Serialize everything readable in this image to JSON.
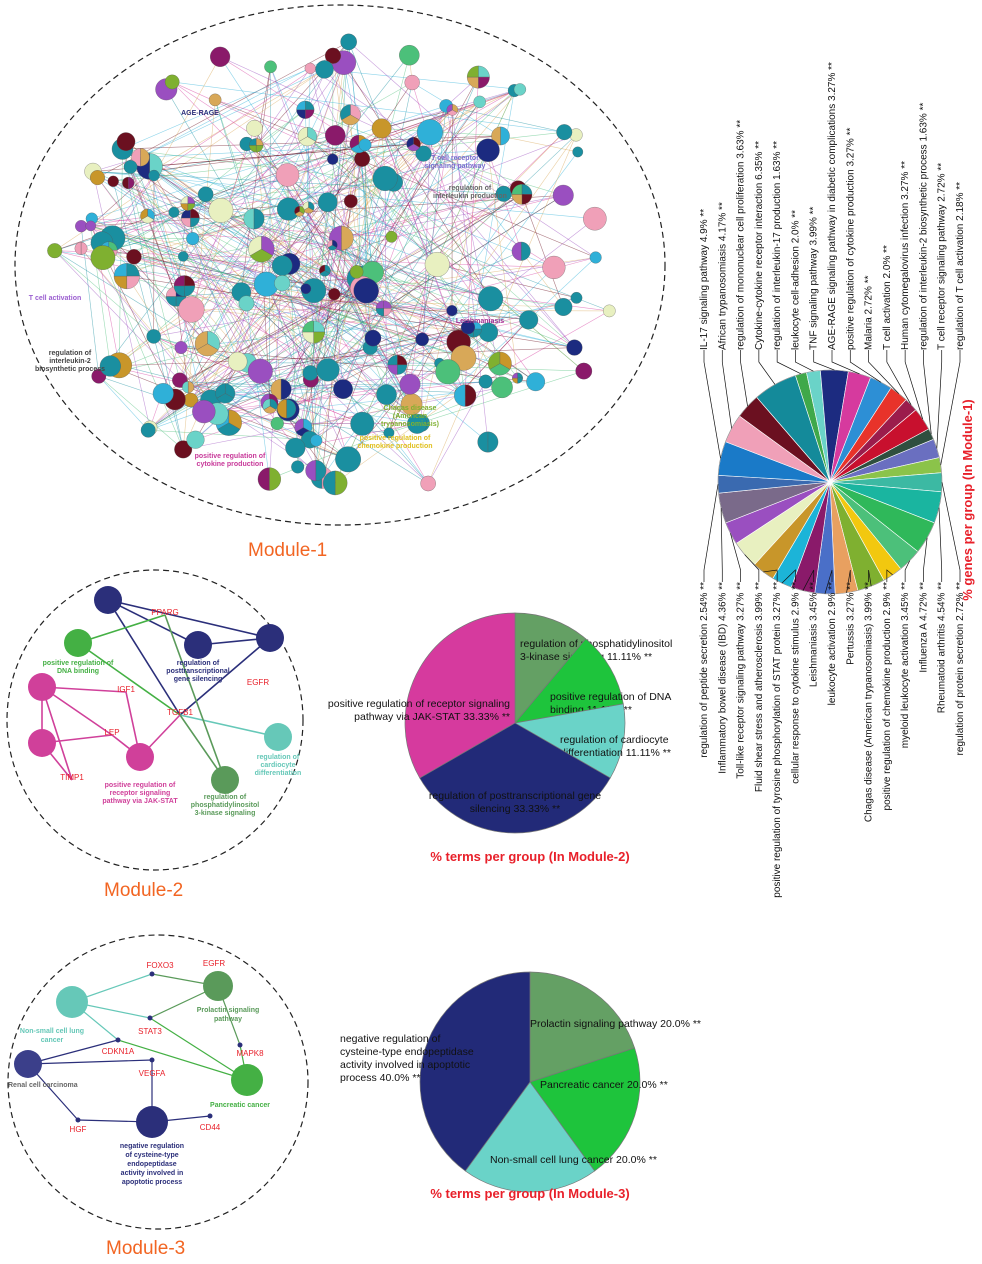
{
  "modules": {
    "m1": "Module-1",
    "m2": "Module-2",
    "m3": "Module-3"
  },
  "module1_network": {
    "highlight_labels": [
      {
        "text": "AGE-RAGE",
        "color": "#2b2f7a"
      },
      {
        "text": "T cell receptor signaling pathway",
        "color": "#7b6ccf"
      },
      {
        "text": "regulation of interleukin-2 biosynthetic process",
        "color": "#444444"
      },
      {
        "text": "T cell activation",
        "color": "#9b5fd0"
      },
      {
        "text": "Leishmaniasis",
        "color": "#a03090"
      },
      {
        "text": "regulation of interleukin production",
        "color": "#666666"
      },
      {
        "text": "Chagas disease (American trypanosomiasis)",
        "color": "#7fb030"
      },
      {
        "text": "positive regulation of cytokine production",
        "color": "#c83a9a"
      },
      {
        "text": "positive regulation of chemokine production",
        "color": "#e0c020"
      }
    ]
  },
  "module2_network": {
    "nodes": [
      {
        "label": "positive regulation of DNA binding",
        "color": "#44b044"
      },
      {
        "label": "regulation of posttranscriptional gene silencing",
        "color": "#2b2f7a"
      },
      {
        "label": "regulation of cardiocyte differentiation",
        "color": "#66c8b8"
      },
      {
        "label": "positive regulation of receptor signaling pathway via JAK-STAT",
        "color": "#d0409a"
      },
      {
        "label": "regulation of phosphatidylinositol 3-kinase signaling",
        "color": "#5a9a5a"
      }
    ],
    "genes": [
      "PPARG",
      "IGF1",
      "TGFB1",
      "EGFR",
      "LEP",
      "TIMP1"
    ]
  },
  "module3_network": {
    "nodes": [
      {
        "label": "Non-small cell lung cancer",
        "color": "#66c8b8"
      },
      {
        "label": "Prolactin signaling pathway",
        "color": "#5a9a5a"
      },
      {
        "label": "Pancreatic cancer",
        "color": "#44b044"
      },
      {
        "label": "negative regulation of cysteine-type endopeptidase activity involved in apoptotic process",
        "color": "#2b2f7a"
      }
    ],
    "small_labels": [
      "Renal cell carcinoma"
    ],
    "genes": [
      "FOXO3",
      "EGFR",
      "STAT3",
      "CDKN1A",
      "MAPK8",
      "VEGFA",
      "HGF",
      "CD44"
    ]
  },
  "chart_data": [
    {
      "type": "pie",
      "title": "% genes per group (In Module-1)",
      "slices": [
        {
          "label": "regulation of interleukin-17 production 1.63% **",
          "value": 1.63,
          "color": "#3fa84a"
        },
        {
          "label": "leukocyte cell-adhesion 2.0% **",
          "value": 2.0,
          "color": "#6ad3c8"
        },
        {
          "label": "TNF signaling pathway 3.99% **",
          "value": 3.99,
          "color": "#1c2b80"
        },
        {
          "label": "AGE-RAGE signaling pathway in diabetic complications 3.27% **",
          "value": 3.27,
          "color": "#d63a9e"
        },
        {
          "label": "positive regulation of cytokine production 3.27% **",
          "value": 3.27,
          "color": "#2d8fd5"
        },
        {
          "label": "Malaria 2.72% **",
          "value": 2.72,
          "color": "#e8332a"
        },
        {
          "label": "T cell activation 2.0% **",
          "value": 2.0,
          "color": "#9b1c4c"
        },
        {
          "label": "Human cytomegalovirus infection 3.27% **",
          "value": 3.27,
          "color": "#c8102e"
        },
        {
          "label": "regulation of interleukin-2 biosynthetic process 1.63% **",
          "value": 1.63,
          "color": "#2f4f3f"
        },
        {
          "label": "T cell receptor signaling pathway 2.72% **",
          "value": 2.72,
          "color": "#6a6fc0"
        },
        {
          "label": "regulation of T cell activation 2.18% **",
          "value": 2.18,
          "color": "#8bc34a"
        },
        {
          "label": "regulation of protein secretion 2.72% **",
          "value": 2.72,
          "color": "#3cb9a3"
        },
        {
          "label": "Rheumatoid arthritis 4.54% **",
          "value": 4.54,
          "color": "#1ab5a0"
        },
        {
          "label": "Influenza A 4.72% **",
          "value": 4.72,
          "color": "#2fb85a"
        },
        {
          "label": "myeloid leukocyte activation 3.45% **",
          "value": 3.45,
          "color": "#4cc07a"
        },
        {
          "label": "positive regulation of chemokine production 2.9% **",
          "value": 2.9,
          "color": "#f2c80f"
        },
        {
          "label": "Chagas disease (American trypanosomiasis) 3.99% **",
          "value": 3.99,
          "color": "#7fb030"
        },
        {
          "label": "Pertussis 3.27% **",
          "value": 3.27,
          "color": "#e8a060"
        },
        {
          "label": "leukocyte activation 2.9% **",
          "value": 2.9,
          "color": "#4a6fc8"
        },
        {
          "label": "Leishmaniasis 3.45% **",
          "value": 3.45,
          "color": "#8a1a6a"
        },
        {
          "label": "cellular response to cytokine stimulus 2.9% **",
          "value": 2.9,
          "color": "#1cb4d8"
        },
        {
          "label": "positive regulation of tyrosine phosphorylation of STAT protein 3.27% **",
          "value": 3.27,
          "color": "#c8962a"
        },
        {
          "label": "Fluid shear stress and atherosclerosis 3.99% **",
          "value": 3.99,
          "color": "#e8f0c0"
        },
        {
          "label": "Toll-like receptor signaling pathway 3.27% **",
          "value": 3.27,
          "color": "#9a4fc0"
        },
        {
          "label": "Inflammatory bowel disease (IBD) 4.36% **",
          "value": 4.36,
          "color": "#7a6a8a"
        },
        {
          "label": "regulation of peptide secretion 2.54% **",
          "value": 2.54,
          "color": "#3a6ab0"
        },
        {
          "label": "IL-17 signaling pathway 4.9% **",
          "value": 4.9,
          "color": "#1a7ac8"
        },
        {
          "label": "African trypanosomiasis 4.17% **",
          "value": 4.17,
          "color": "#f0a0b8"
        },
        {
          "label": "regulation of mononuclear cell proliferation 3.63% **",
          "value": 3.63,
          "color": "#6b1020"
        },
        {
          "label": "Cytokine-cytokine receptor interaction 6.35% **",
          "value": 6.35,
          "color": "#148a9a"
        }
      ]
    },
    {
      "type": "pie",
      "title": "% terms per group (In Module-2)",
      "slices": [
        {
          "label": "regulation of phosphatidylinositol 3-kinase signaling 11.11% **",
          "value": 11.11,
          "color": "#64a064"
        },
        {
          "label": "positive regulation of DNA binding 11.11% **",
          "value": 11.11,
          "color": "#1ec43c"
        },
        {
          "label": "regulation of cardiocyte differentiation 11.11% **",
          "value": 11.11,
          "color": "#6ad3c8"
        },
        {
          "label": "regulation of posttranscriptional gene silencing 33.33% **",
          "value": 33.33,
          "color": "#222a78"
        },
        {
          "label": "positive regulation of receptor signaling pathway via JAK-STAT 33.33% **",
          "value": 33.33,
          "color": "#d63a9e"
        }
      ]
    },
    {
      "type": "pie",
      "title": "% terms per group (In Module-3)",
      "slices": [
        {
          "label": "Prolactin signaling pathway 20.0% **",
          "value": 20.0,
          "color": "#64a064"
        },
        {
          "label": "Pancreatic cancer 20.0% **",
          "value": 20.0,
          "color": "#1ec43c"
        },
        {
          "label": "Non-small cell lung cancer 20.0% **",
          "value": 20.0,
          "color": "#6ad3c8"
        },
        {
          "label": "negative regulation of cysteine-type endopeptidase activity involved in apoptotic process 40.0% **",
          "value": 40.0,
          "color": "#222a78"
        }
      ]
    }
  ]
}
